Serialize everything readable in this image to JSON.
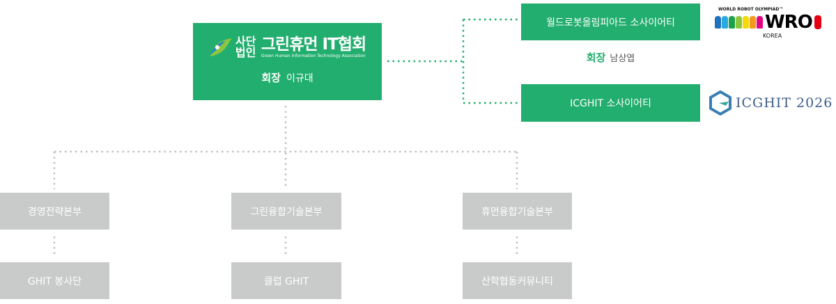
{
  "main": {
    "logo_prefix": "사단\n법인",
    "logo_title": "그린휴먼 IT협회",
    "logo_subtitle": "Green Human Information Technology Association",
    "chair_label": "회장",
    "chair_name": "이규대"
  },
  "affiliates": [
    {
      "label": "월드로봇올림피아드 소사이어티",
      "chair_label": "회장",
      "chair_name": "남상엽",
      "logo": {
        "top": "WORLD ROBOT OLYMPIAD™",
        "word": "WRO",
        "sub": "KOREA"
      }
    },
    {
      "label": "ICGHIT 소사이어티",
      "logo": {
        "word": "ICGHIT 2026"
      }
    }
  ],
  "divisions": [
    {
      "label": "경영전략본부",
      "child": "GHIT 봉사단"
    },
    {
      "label": "그린융합기술본부",
      "child": "클럽 GHIT"
    },
    {
      "label": "휴먼융합기술본부",
      "child": "산학협동커뮤니티"
    }
  ],
  "colors": {
    "green": "#22ae6e",
    "gray": "#c9caca",
    "dot_gray": "#c0c0c0"
  }
}
